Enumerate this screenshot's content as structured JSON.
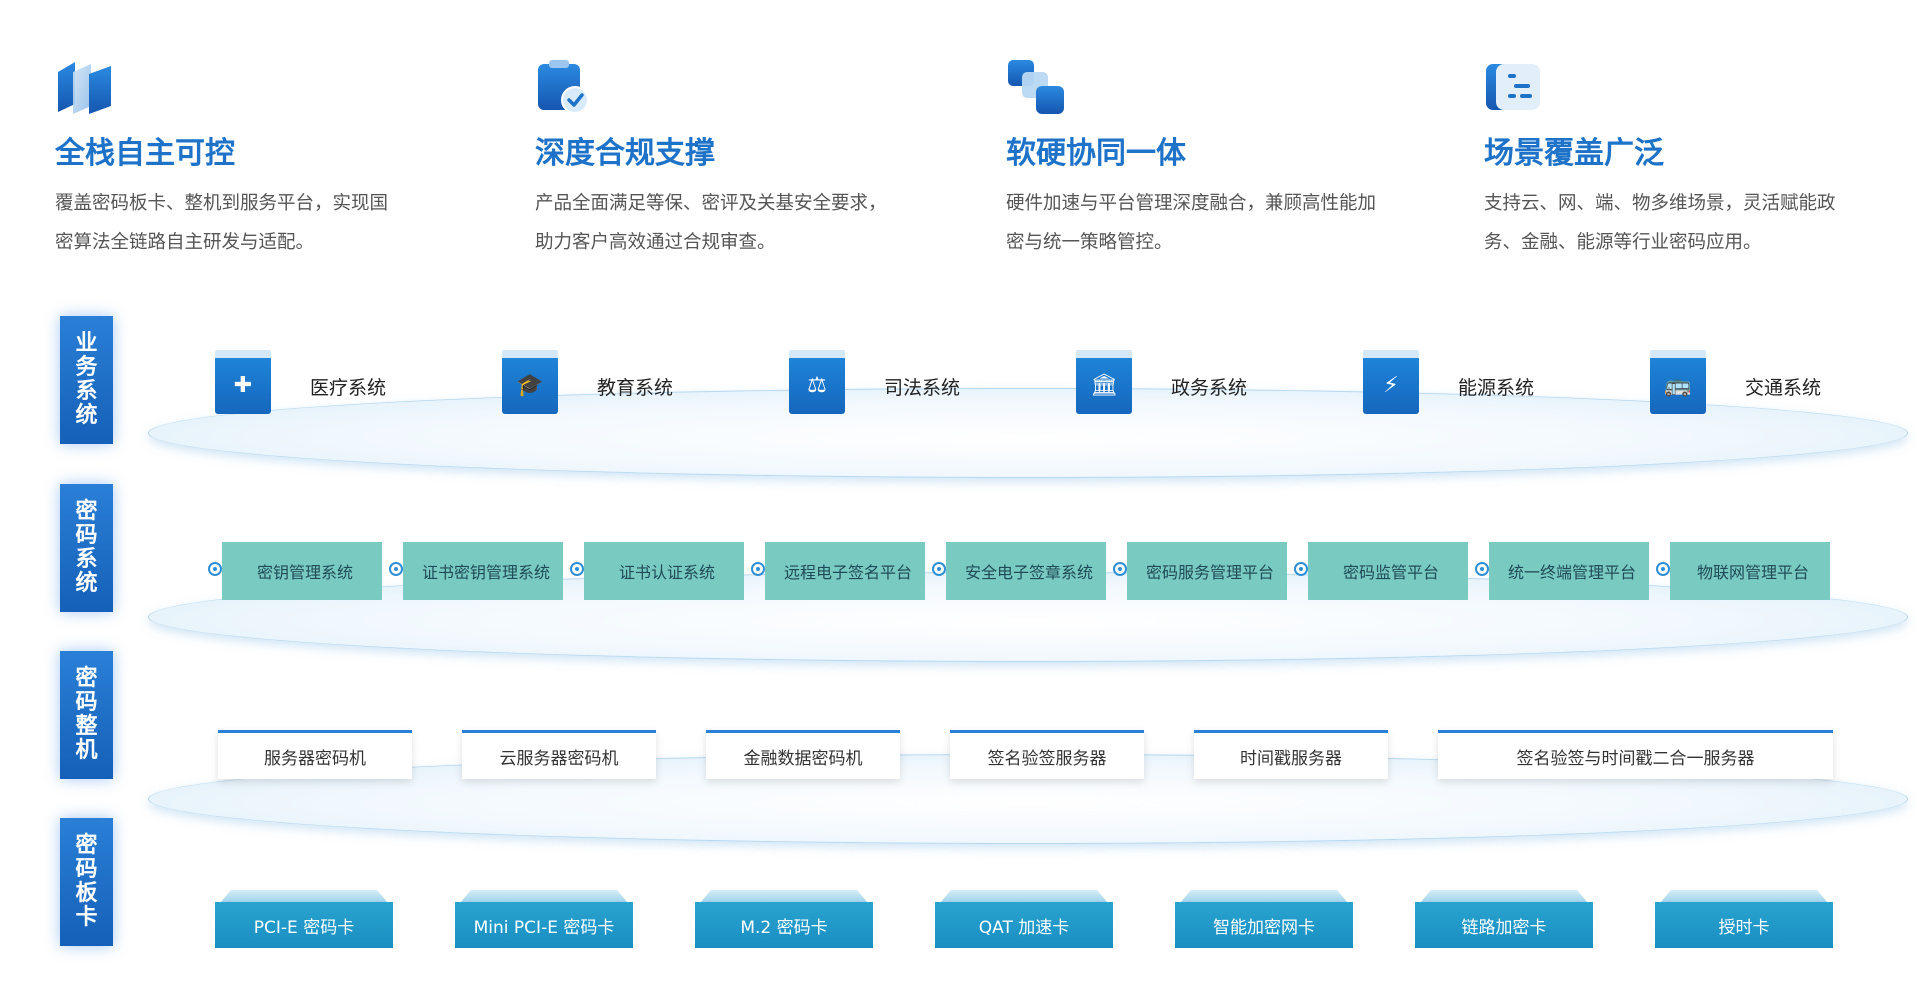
{
  "features": [
    {
      "title": "全栈自主可控",
      "desc": [
        "覆盖密码板卡、整机到服务平台，实现国",
        "密算法全链路自主研发与适配。"
      ],
      "icon": "layers-icon"
    },
    {
      "title": "深度合规支撑",
      "desc": [
        "产品全面满足等保、密评及关基安全要求，",
        "助力客户高效通过合规审查。"
      ],
      "icon": "clipboard-check-icon"
    },
    {
      "title": "软硬协同一体",
      "desc": [
        "硬件加速与平台管理深度融合，兼顾高性能加",
        "密与统一策略管控。"
      ],
      "icon": "blocks-icon"
    },
    {
      "title": "场景覆盖广泛",
      "desc": [
        "支持云、网、端、物多维场景，灵活赋能政",
        "务、金融、能源等行业密码应用。"
      ],
      "icon": "list-icon"
    }
  ],
  "layers": [
    {
      "chars": [
        "业",
        "务",
        "系",
        "统"
      ]
    },
    {
      "chars": [
        "密",
        "码",
        "系",
        "统"
      ]
    },
    {
      "chars": [
        "密",
        "码",
        "整",
        "机"
      ]
    },
    {
      "chars": [
        "密",
        "码",
        "板",
        "卡"
      ]
    }
  ],
  "business_systems": [
    {
      "label": "医疗系统",
      "icon": "medical-kit-icon",
      "glyph": "✚"
    },
    {
      "label": "教育系统",
      "icon": "graduation-cap-icon",
      "glyph": "🎓"
    },
    {
      "label": "司法系统",
      "icon": "scales-icon",
      "glyph": "⚖"
    },
    {
      "label": "政务系统",
      "icon": "government-building-icon",
      "glyph": "🏛"
    },
    {
      "label": "能源系统",
      "icon": "energy-drop-icon",
      "glyph": "⚡"
    },
    {
      "label": "交通系统",
      "icon": "bus-icon",
      "glyph": "🚌"
    }
  ],
  "crypto_systems": [
    "密钥管理系统",
    "证书密钥管理系统",
    "证书认证系统",
    "远程电子签名平台",
    "安全电子签章系统",
    "密码服务管理平台",
    "密码监管平台",
    "统一终端管理平台",
    "物联网管理平台"
  ],
  "servers": [
    "服务器密码机",
    "云服务器密码机",
    "金融数据密码机",
    "签名验签服务器",
    "时间戳服务器",
    "签名验签与时间戳二合一服务器"
  ],
  "cards": [
    "PCI-E 密码卡",
    "Mini PCI-E 密码卡",
    "M.2 密码卡",
    "QAT 加速卡",
    "智能加密网卡",
    "链路加密卡",
    "授时卡"
  ],
  "colors": {
    "primary": "#1e73c8",
    "teal": "#79cbc2",
    "card": "#1f97c7"
  }
}
